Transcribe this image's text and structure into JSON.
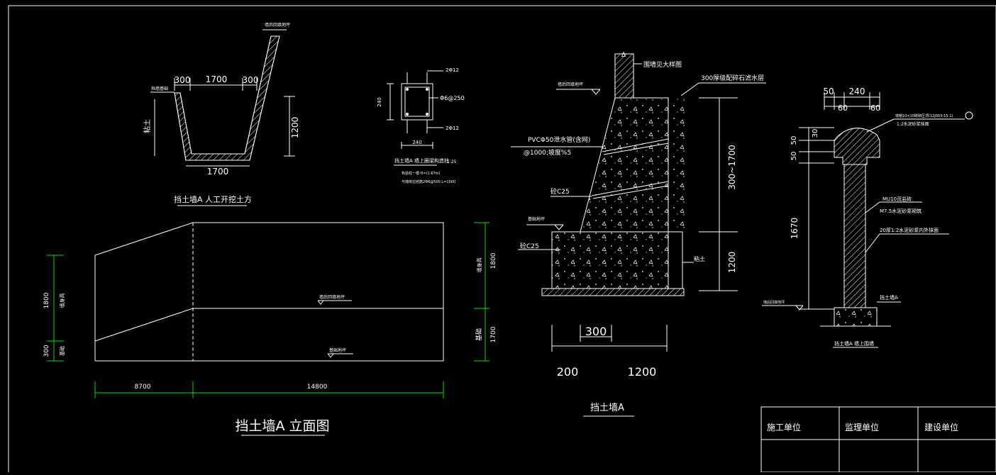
{
  "colors": {
    "background": "#000000",
    "line": "#ffffff",
    "dimension": "#00dd00"
  },
  "trench": {
    "dim_top_left": "300",
    "dim_top_mid": "1700",
    "dim_top_right": "300",
    "dim_bottom": "1700",
    "dim_height": "1200",
    "side_label": "粘土",
    "note_left": "挡墙基础",
    "note_top": "墙后回填地坪",
    "caption": "挡土墙A 人工开挖土方"
  },
  "column": {
    "dim_height": "240",
    "dim_width": "240",
    "rebar_top": "2Φ12",
    "rebar_bottom": "2Φ12",
    "stirrup": "Φ6@250",
    "caption": "挡土墙A 墙上圈梁构造柱",
    "scale": "1:25",
    "note1": "构造柱一根 H=(1.67m)",
    "note2": "与墙体拉结筋2Φ6@500 L=1000"
  },
  "elevation": {
    "dim_left_upper": "1800",
    "dim_left_lower": "300",
    "label_left_upper": "墙身高",
    "label_left_lower": "基础",
    "dim_right_upper": "1800",
    "dim_right_lower": "1700",
    "label_right_upper": "墙身高",
    "label_right_lower": "基础",
    "level_upper": "墙后回填地坪",
    "level_lower": "基础地坪",
    "dim_bottom_left": "8700",
    "dim_bottom_right": "14800",
    "title": "挡土墙A 立面图"
  },
  "section": {
    "top_label": "围墙见大样图",
    "drain_label": "300厚级配碎石滤水层",
    "fill_label": "墙后回填地坪",
    "pipe_label": "PVCΦ50泄水管(含网)",
    "pipe_spacing": "@1000;坡度%5",
    "concrete_upper": "砼C25",
    "foot_label": "基础地坪",
    "concrete_lower": "砼C25",
    "soil_label": "粘土",
    "dim_upper": "300~1700",
    "dim_lower": "1200",
    "dim_top": "300",
    "dim_left": "200",
    "dim_right": "1200",
    "caption": "挡土墙A"
  },
  "fence": {
    "dim_50": "50",
    "dim_240": "240",
    "dim_60a": "60",
    "dim_60b": "60",
    "dim_v30": "30",
    "dim_v50a": "50",
    "dim_v50b": "50",
    "dim_height": "1670",
    "cap_note1": "墙帽10×10砖砌压顶(12J003-15-1)",
    "cap_note2": "1:2水泥砂浆抹面",
    "brick": "MU10页岩砖",
    "mortar": "M7.5水泥砂浆砌筑",
    "plaster": "20厚1:2水泥砂浆内外抹面",
    "ground": "墙后回填地坪",
    "base": "挡土墙A",
    "caption": "挡土墙A 墙上围墙"
  },
  "titleblock": {
    "construction": "施工单位",
    "supervision": "监理单位",
    "owner": "建设单位"
  }
}
